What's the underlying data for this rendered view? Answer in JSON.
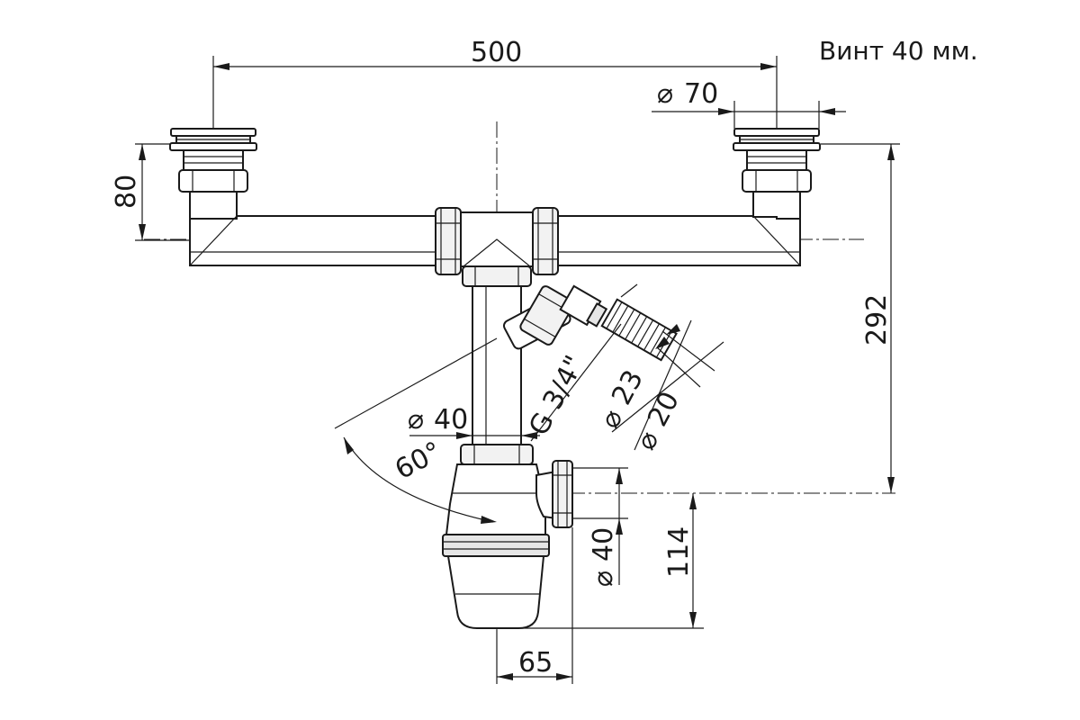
{
  "note": "Винт 40 мм.",
  "dimensions": {
    "spacing": "500",
    "outlet_diameter": "70",
    "strainer_height": "80",
    "total_height": "292",
    "pipe_diameter": "40",
    "thread": "G 3/4\"",
    "hose_outer": "23",
    "hose_inner": "20",
    "angle": "60°",
    "outlet_pipe": "40",
    "outlet_height": "114",
    "offset": "65"
  },
  "diameter_symbol": "⌀"
}
